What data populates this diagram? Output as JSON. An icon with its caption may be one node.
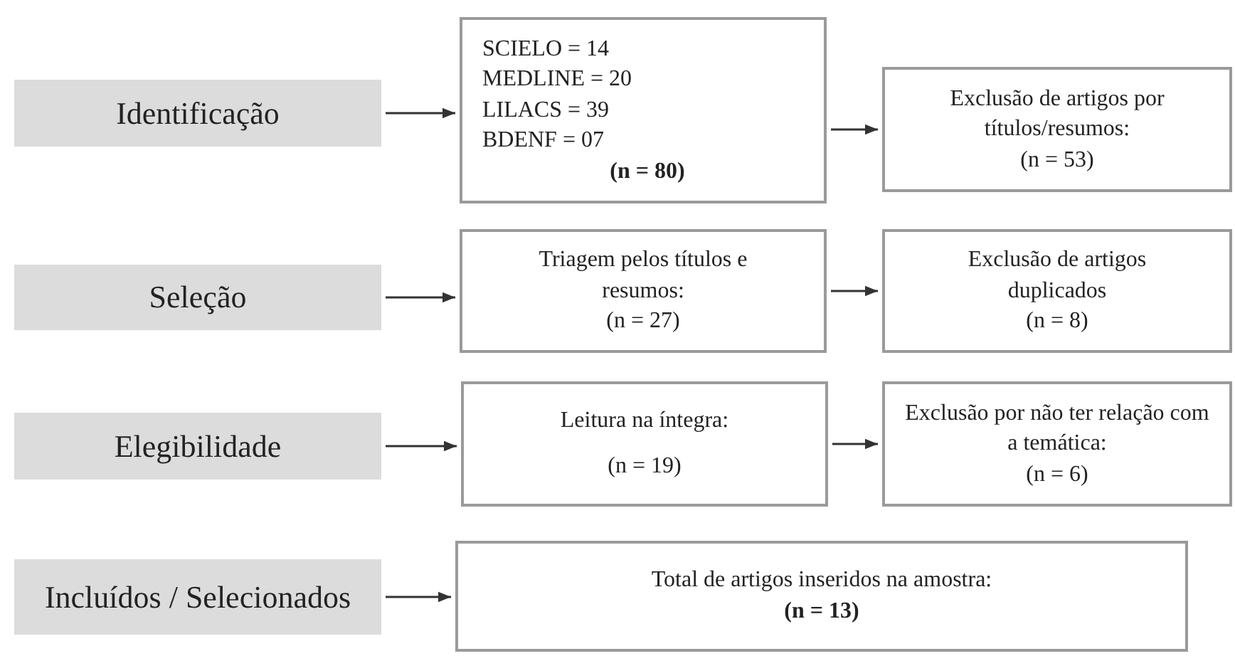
{
  "diagram": {
    "nodes": [
      {
        "text": [
          "Identificação"
        ]
      },
      {
        "text": [
          "SCIELO = 14",
          "MEDLINE = 20",
          "LILACS = 39",
          "BDENF = 07",
          "(n = 80)"
        ]
      },
      {
        "text": [
          "Exclusão de artigos por títulos/resumos:",
          "(n = 53)"
        ]
      },
      {
        "text": [
          "Seleção"
        ]
      },
      {
        "text": [
          "Triagem pelos títulos e resumos:",
          "(n = 27)"
        ]
      },
      {
        "text": [
          "Exclusão de artigos duplicados",
          "(n = 8)"
        ]
      },
      {
        "text": [
          "Elegibilidade"
        ]
      },
      {
        "text": [
          "Leitura na íntegra:",
          "(n = 19)"
        ]
      },
      {
        "text": [
          "Exclusão por não ter relação com a temática:",
          "(n = 6)"
        ]
      },
      {
        "text": [
          "Incluídos / Selecionados"
        ]
      },
      {
        "text": [
          "Total de artigos inseridos na amostra:",
          "(n = 13)"
        ]
      }
    ],
    "edges": [
      {
        "from": 0,
        "to": 1,
        "arrow": "to"
      },
      {
        "from": 1,
        "to": 2,
        "arrow": "to"
      },
      {
        "from": 3,
        "to": 4,
        "arrow": "to"
      },
      {
        "from": 4,
        "to": 5,
        "arrow": "to"
      },
      {
        "from": 6,
        "to": 7,
        "arrow": "to"
      },
      {
        "from": 7,
        "to": 8,
        "arrow": "to"
      },
      {
        "from": 9,
        "to": 10,
        "arrow": "to"
      }
    ]
  }
}
